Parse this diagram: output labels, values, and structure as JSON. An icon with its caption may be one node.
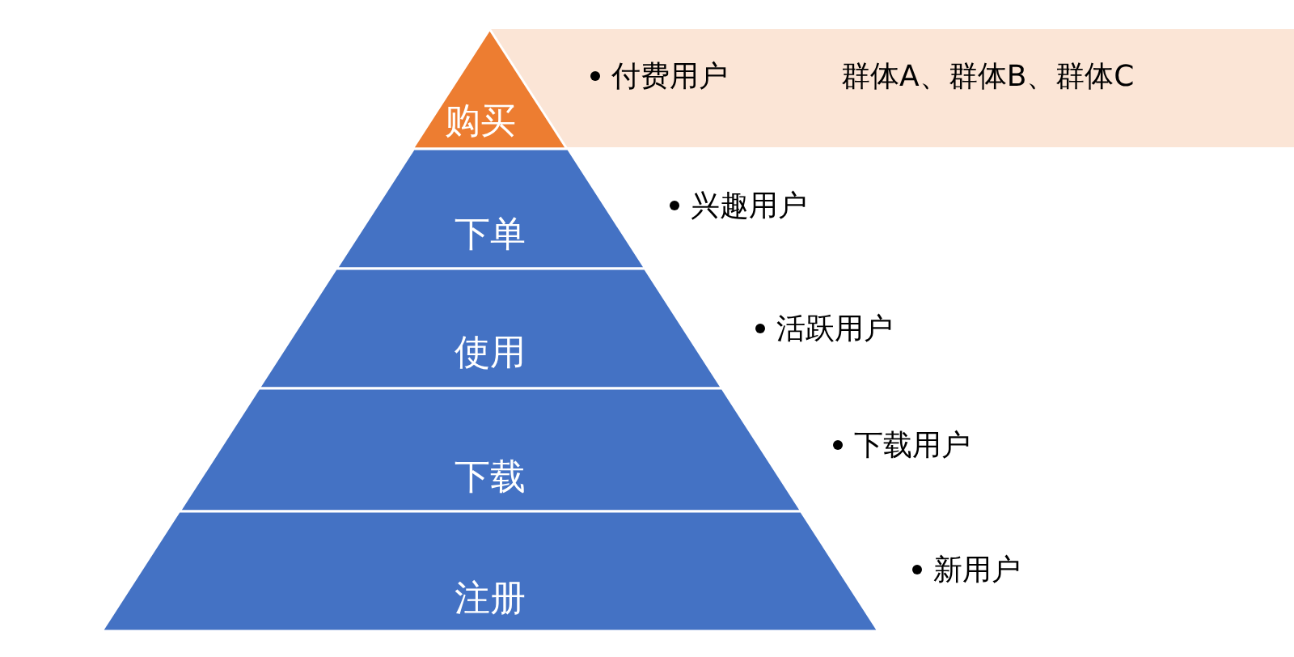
{
  "diagram": {
    "nodes": [
      {
        "text": [
          "付费用户",
          "群体A、群体B、群体C"
        ]
      },
      {
        "text": [
          "购买"
        ]
      },
      {
        "text": [
          "下单"
        ],
        "beside": [
          "兴趣用户"
        ]
      },
      {
        "text": [
          "使用"
        ],
        "beside": [
          "活跃用户"
        ]
      },
      {
        "text": [
          "下载"
        ],
        "beside": [
          "下载用户"
        ]
      },
      {
        "text": [
          "注册"
        ],
        "beside": [
          "新用户"
        ]
      }
    ]
  }
}
